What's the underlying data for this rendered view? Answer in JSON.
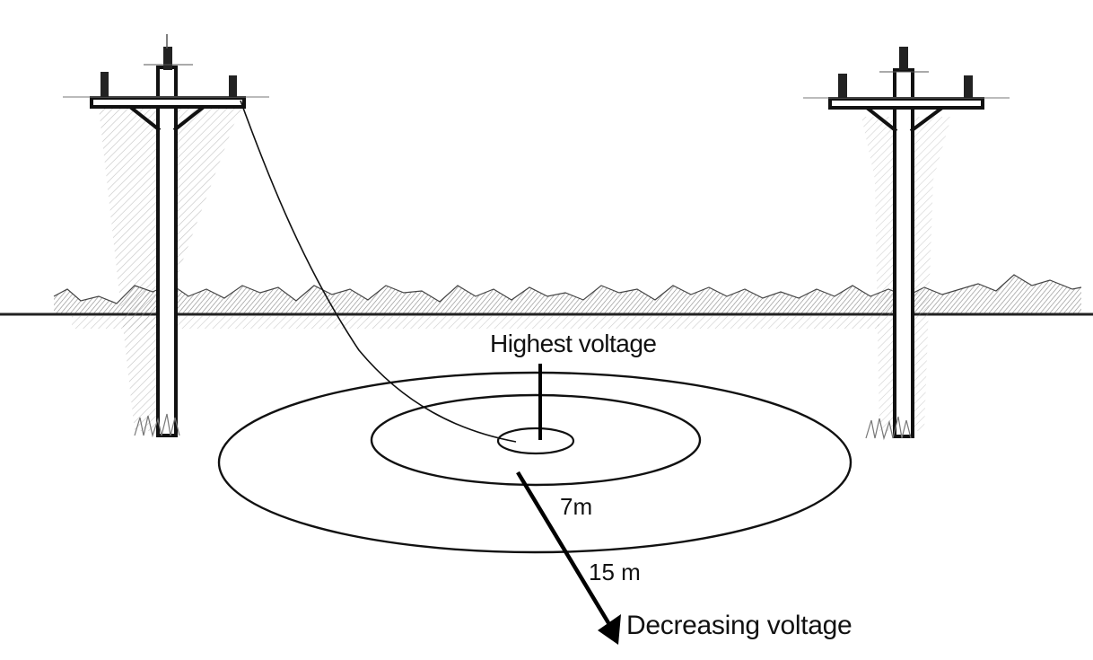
{
  "diagram": {
    "subject": "Fallen power line ground voltage gradient",
    "labels": {
      "highest_voltage": "Highest voltage",
      "inner_distance": "7m",
      "outer_distance": "15 m",
      "decreasing_voltage": "Decreasing voltage"
    },
    "elements": {
      "poles": [
        {
          "name": "left-utility-pole",
          "insulators": 3,
          "downed_wire": true
        },
        {
          "name": "right-utility-pole",
          "insulators": 3,
          "downed_wire": false
        }
      ],
      "rings": [
        {
          "name": "center-ring",
          "description": "Wire contact point"
        },
        {
          "name": "inner-ring",
          "radius_label": "7m"
        },
        {
          "name": "outer-ring",
          "radius_label": "15 m"
        }
      ],
      "arrow": {
        "direction": "outward",
        "meaning": "Decreasing voltage"
      }
    },
    "colors": {
      "ink": "#111111",
      "hatch": "#8a8a8a",
      "background": "#ffffff"
    }
  }
}
